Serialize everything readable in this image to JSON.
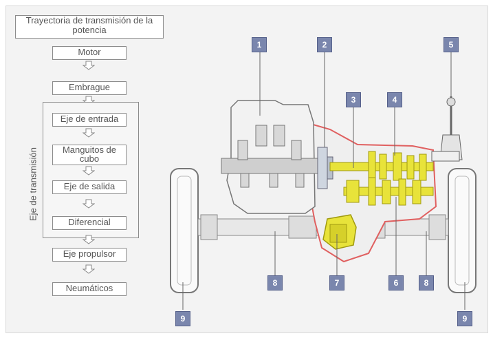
{
  "title": "Trayectoria de transmisión de la potencia",
  "flow": {
    "motor": "Motor",
    "embrague": "Embrague",
    "eje_entrada": "Eje de entrada",
    "manguitos": "Manguitos de cubo",
    "eje_salida": "Eje de salida",
    "diferencial": "Diferencial",
    "eje_propulsor": "Eje propulsor",
    "neumaticos": "Neumáticos",
    "group_label": "Eje de transmisión"
  },
  "callouts": [
    "1",
    "2",
    "3",
    "4",
    "5",
    "6",
    "7",
    "8",
    "8",
    "9",
    "9"
  ],
  "colors": {
    "callout_fill": "#7a86ad",
    "gear_yellow": "#e8e33a",
    "case_outline": "#e06060"
  }
}
